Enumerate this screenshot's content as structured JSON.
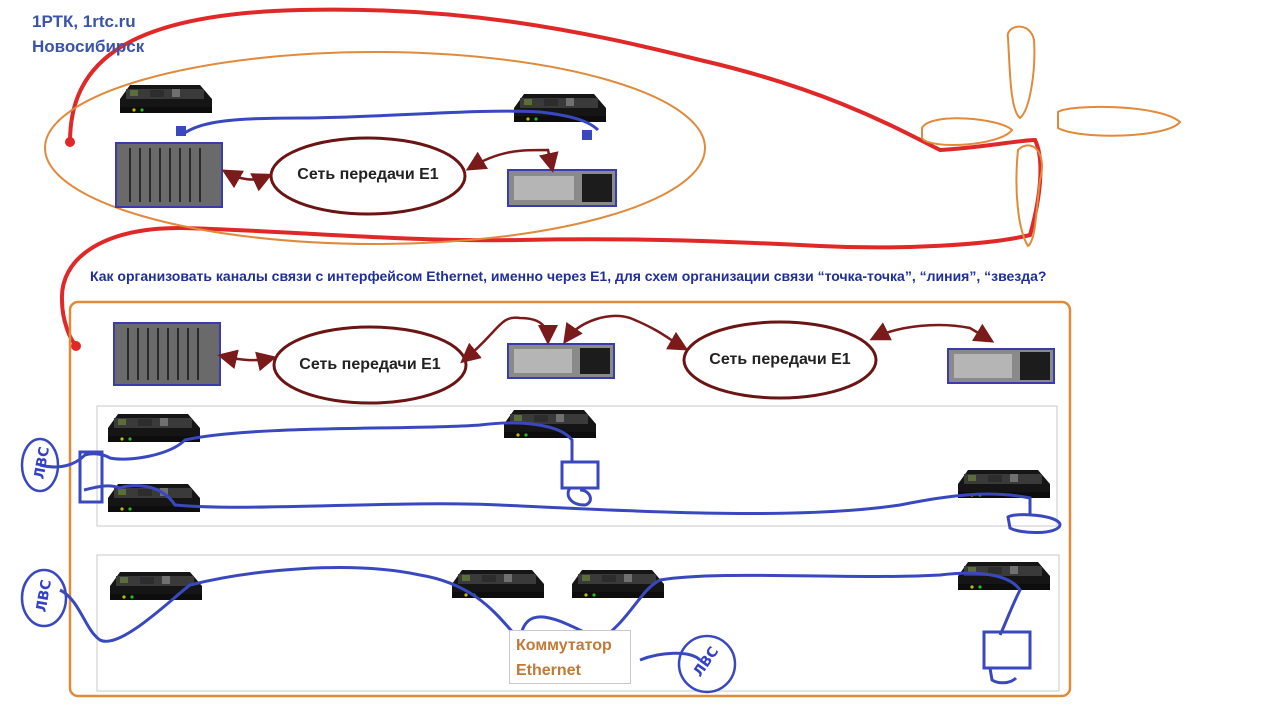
{
  "header": {
    "line1": "1РТК, 1rtc.ru",
    "line2": "Новосибирск"
  },
  "question": "Как организовать каналы связи с интерфейсом Ethernet, именно через Е1, для схем организации связи “точка-точка”, “линия”, “звезда?",
  "network_labels": {
    "top": "Сеть передачи Е1",
    "mid_left": "Сеть передачи Е1",
    "mid_right": "Сеть передачи Е1"
  },
  "switch_label": {
    "line1": "Коммутатор",
    "line2": "Ethernet"
  },
  "lan_labels": {
    "left1": "ЛВС",
    "left2": "ЛВС",
    "bottom": "ЛВС"
  },
  "colors": {
    "red_outline": "#e02828",
    "orange_frame": "#e08a3c",
    "blue_cable": "#3a48c0",
    "dark_red_link": "#7a1a1a",
    "device_border": "#3b3bb0",
    "header_text": "#3a54a8"
  }
}
